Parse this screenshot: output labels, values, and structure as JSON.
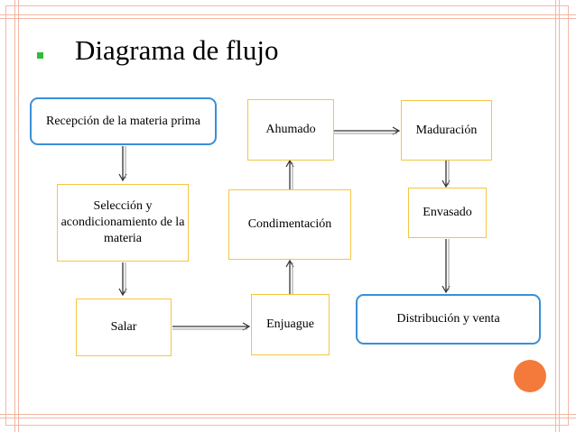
{
  "title": "Diagrama de flujo",
  "nodes": {
    "recepcion": "Recepción de la materia prima",
    "seleccion": "Selección y acondicionamiento de la materia",
    "salar": "Salar",
    "enjuague": "Enjuague",
    "condimentacion": "Condimentación",
    "ahumado": "Ahumado",
    "maduracion": "Maduración",
    "envasado": "Envasado",
    "distribucion": "Distribución y venta"
  },
  "colors": {
    "box_border": "#f5c542",
    "rounded_border": "#3a8fd6",
    "bullet": "#2dbd3a",
    "accent_circle": "#f47a3b",
    "frame": "#f4b6a2"
  }
}
